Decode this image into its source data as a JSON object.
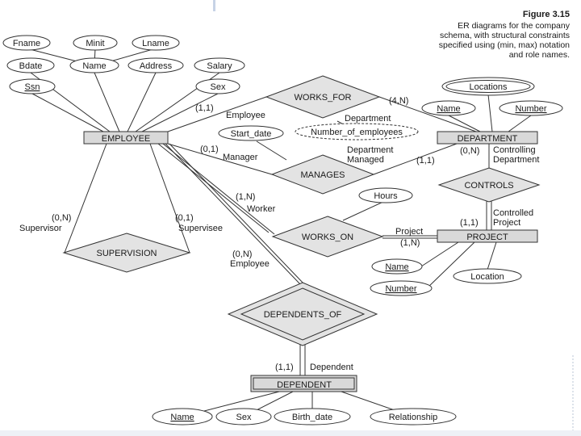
{
  "figure": {
    "number": "Figure 3.15",
    "caption_lines": [
      "ER diagrams for the company",
      "schema, with structural constraints",
      "specified using (min, max) notation",
      "and role names."
    ]
  },
  "entities": {
    "employee": "EMPLOYEE",
    "department": "DEPARTMENT",
    "project": "PROJECT",
    "dependent": "DEPENDENT"
  },
  "relationships": {
    "works_for": "WORKS_FOR",
    "manages": "MANAGES",
    "works_on": "WORKS_ON",
    "controls": "CONTROLS",
    "supervision": "SUPERVISION",
    "dependents_of": "DEPENDENTS_OF"
  },
  "attributes": {
    "fname": "Fname",
    "minit": "Minit",
    "lname": "Lname",
    "bdate": "Bdate",
    "name": "Name",
    "address": "Address",
    "salary": "Salary",
    "ssn": "Ssn",
    "emp_sex": "Sex",
    "locations": "Locations",
    "dept_name": "Name",
    "dept_number": "Number",
    "start_date": "Start_date",
    "number_of_employees": "Number_of_employees",
    "hours": "Hours",
    "proj_name": "Name",
    "proj_number": "Number",
    "location": "Location",
    "dep_name": "Name",
    "dep_sex": "Sex",
    "birth_date": "Birth_date",
    "relationship": "Relationship"
  },
  "constraints": {
    "wf_employee": "(1,1)",
    "wf_department": "(4,N)",
    "man_manager": "(0,1)",
    "man_department": "(1,1)",
    "wo_worker": "(1,N)",
    "wo_project": "(1,N)",
    "ctl_department": "(0,N)",
    "ctl_project": "(1,1)",
    "sup_supervisor": "(0,N)",
    "sup_supervisee": "(0,1)",
    "dep_employee": "(0,N)",
    "dep_dependent": "(1,1)"
  },
  "roles": {
    "wf_employee": "Employee",
    "wf_department": "Department",
    "man_manager": "Manager",
    "man_department_1": "Department",
    "man_department_2": "Managed",
    "wo_worker": "Worker",
    "wo_project": "Project",
    "ctl_controlling_1": "Controlling",
    "ctl_controlling_2": "Department",
    "ctl_controlled_1": "Controlled",
    "ctl_controlled_2": "Project",
    "supervisor": "Supervisor",
    "supervisee": "Supervisee",
    "dep_employee": "Employee",
    "dep_dependent": "Dependent"
  }
}
